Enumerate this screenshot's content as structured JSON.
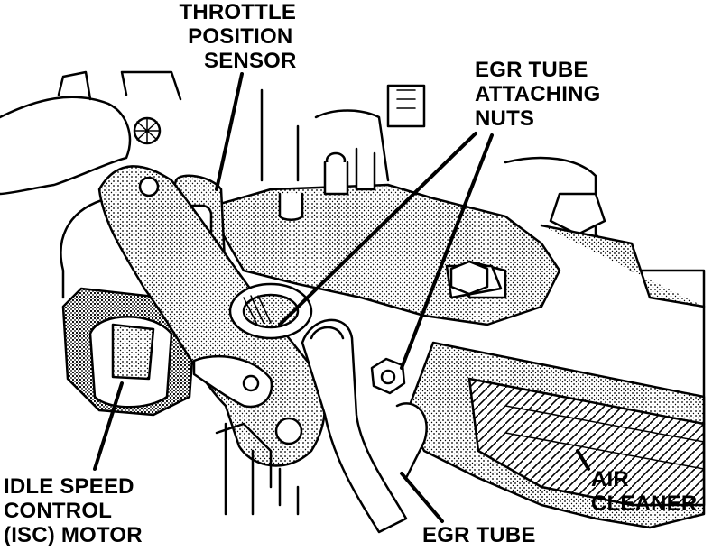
{
  "labels": {
    "throttle_position_sensor": [
      "THROTTLE",
      "POSITION",
      "SENSOR"
    ],
    "egr_tube_attaching_nuts": [
      "EGR TUBE",
      "ATTACHING",
      "NUTS"
    ],
    "idle_speed_control_motor": [
      "IDLE SPEED",
      "CONTROL",
      "(ISC) MOTOR"
    ],
    "air_cleaner": [
      "AIR",
      "CLEANER"
    ],
    "egr_tube": [
      "EGR TUBE"
    ]
  },
  "colors": {
    "ink": "#000000",
    "paper": "#ffffff"
  }
}
